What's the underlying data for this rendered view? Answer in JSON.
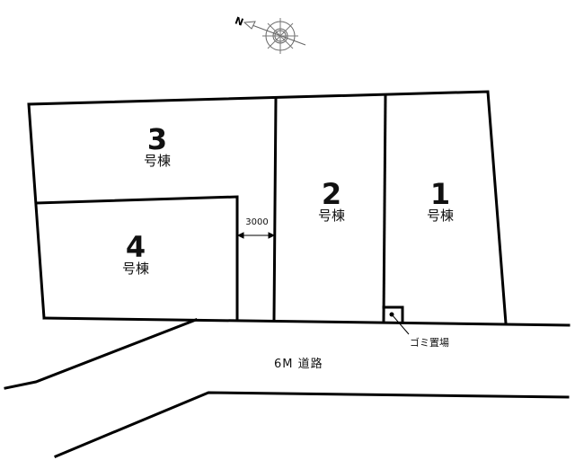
{
  "compass": {
    "label": "N",
    "icon": "north-arrow-compass-icon"
  },
  "lots": [
    {
      "number": "1",
      "suffix": "号棟"
    },
    {
      "number": "2",
      "suffix": "号棟"
    },
    {
      "number": "3",
      "suffix": "号棟"
    },
    {
      "number": "4",
      "suffix": "号棟"
    }
  ],
  "dimension": {
    "value": "3000"
  },
  "garbage": {
    "label": "ゴミ置場"
  },
  "road": {
    "label": "6M 道路"
  },
  "colors": {
    "line": "#000000",
    "background": "#ffffff"
  }
}
